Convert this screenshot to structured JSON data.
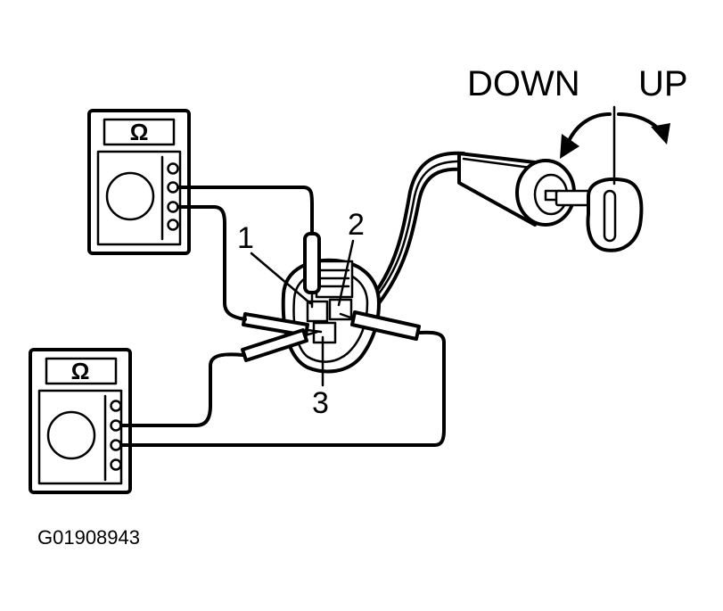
{
  "labels": {
    "down": "DOWN",
    "up": "UP",
    "terminal_1": "1",
    "terminal_2": "2",
    "terminal_3": "3",
    "meter_top_symbol": "Ω",
    "meter_bottom_symbol": "Ω",
    "figure_code": "G01908943"
  }
}
